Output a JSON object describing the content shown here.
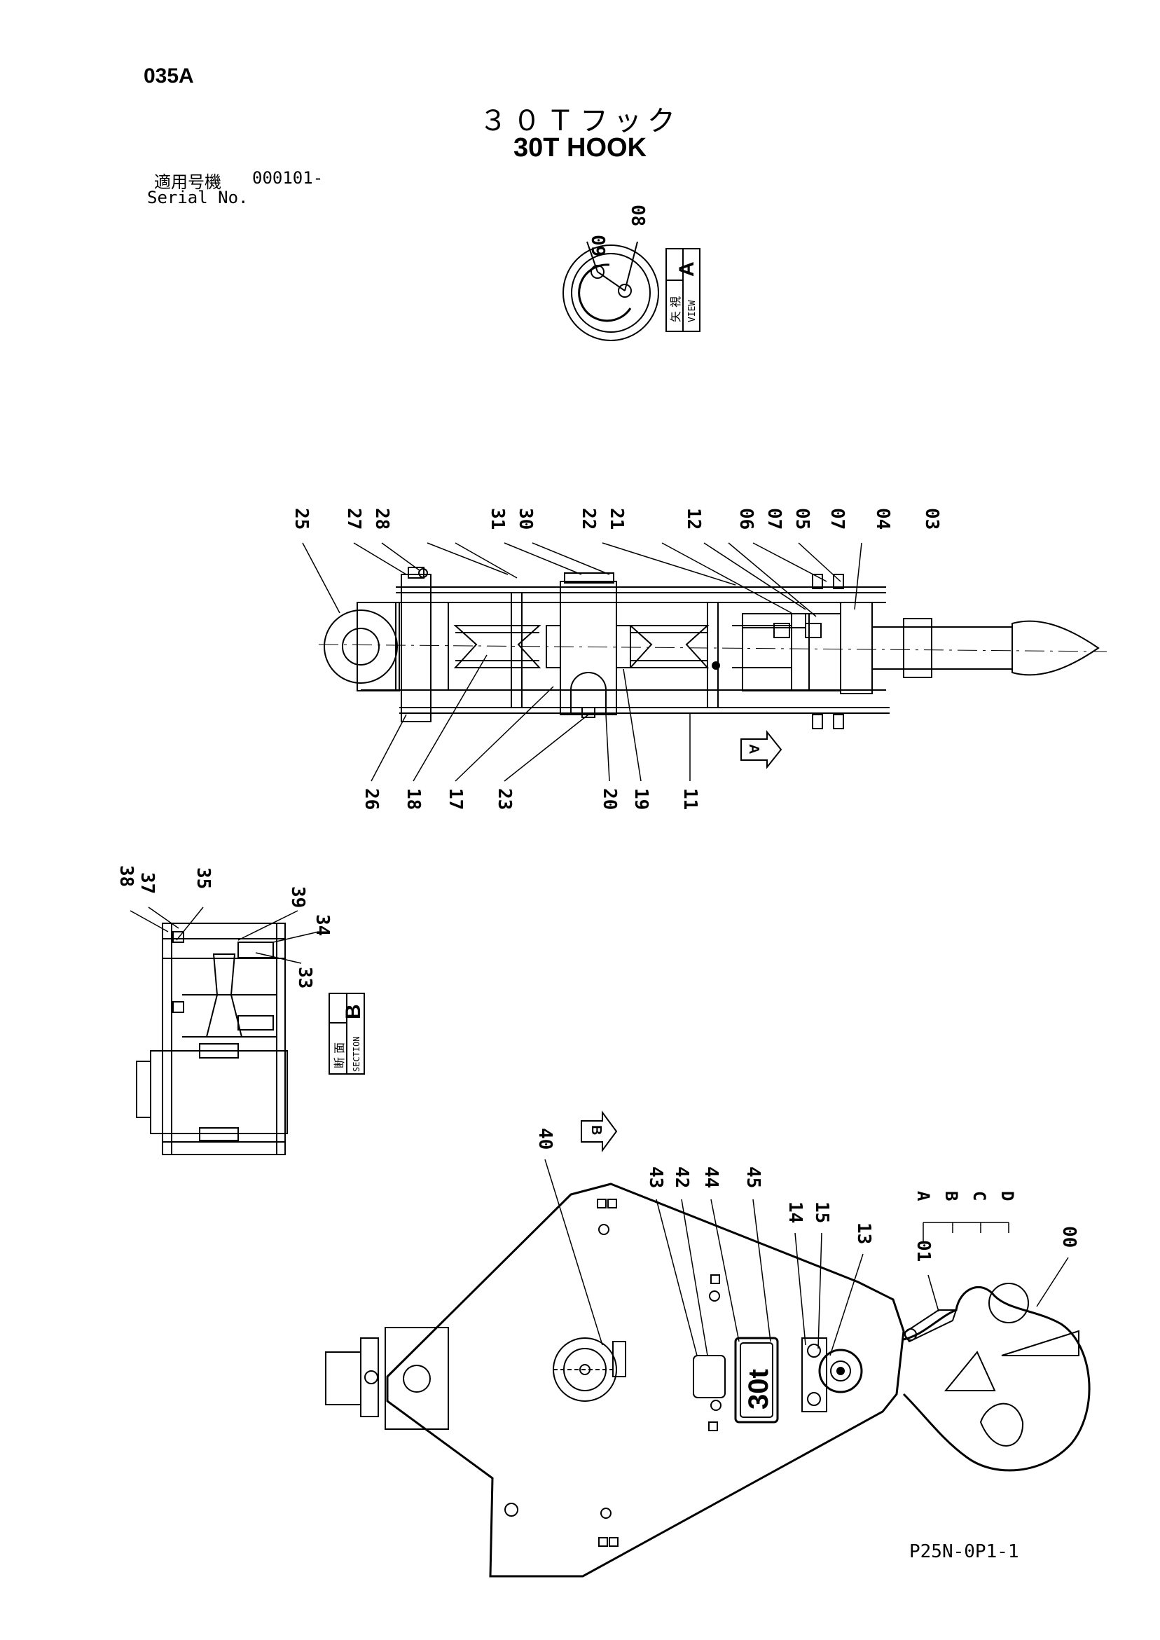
{
  "header": {
    "page_id": "035A",
    "title_ja": "３０Ｔフック",
    "title_en": "30T HOOK",
    "serial_label_ja": "適用号機",
    "serial_value": "000101-",
    "serial_label_en": "Serial No."
  },
  "view_a": {
    "label_ja": "矢 視",
    "label_en": "VIEW",
    "letter": "A",
    "callouts": [
      "09",
      "08"
    ]
  },
  "section_b": {
    "label_ja": "断 面",
    "label_en": "SECTION",
    "letter": "B",
    "callouts": [
      "38",
      "37",
      "35",
      "39",
      "34",
      "33"
    ]
  },
  "side_view": {
    "callouts_top": [
      "25",
      "27",
      "28",
      "31",
      "30",
      "22",
      "21",
      "12",
      "06",
      "07",
      "05",
      "07",
      "04",
      "03"
    ],
    "callouts_bottom": [
      "26",
      "18",
      "17",
      "23",
      "20",
      "19",
      "11"
    ],
    "arrow_letter": "A"
  },
  "front_view": {
    "arrow_letter": "B",
    "callouts": [
      "40",
      "43",
      "42",
      "44",
      "45",
      "14",
      "15",
      "13",
      "01",
      "00"
    ],
    "variant_labels": [
      "A",
      "B",
      "C",
      "D"
    ],
    "plate_text": "30t"
  },
  "footer": {
    "drawing_number": "P25N-0P1-1"
  }
}
